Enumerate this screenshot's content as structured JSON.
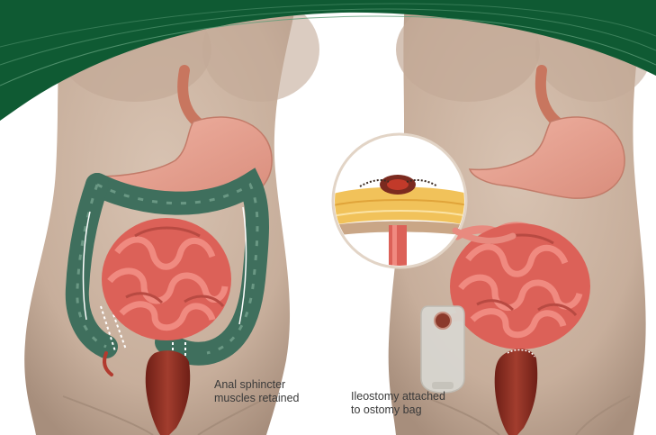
{
  "labels": {
    "left_line1": "Anal sphincter",
    "left_line2": "muscles retained",
    "right_line1": "Ileostomy attached",
    "right_line2": "to ostomy bag"
  },
  "colors": {
    "banner": "#0f5a33",
    "skin": "#cdb6a4",
    "skin_shadow": "#a89282",
    "stomach": "#e7a392",
    "colon": "#3f6f5d",
    "small_intestine": "#dc6158",
    "rectum": "#8b2e22",
    "fat_layer": "#f1c25a"
  }
}
